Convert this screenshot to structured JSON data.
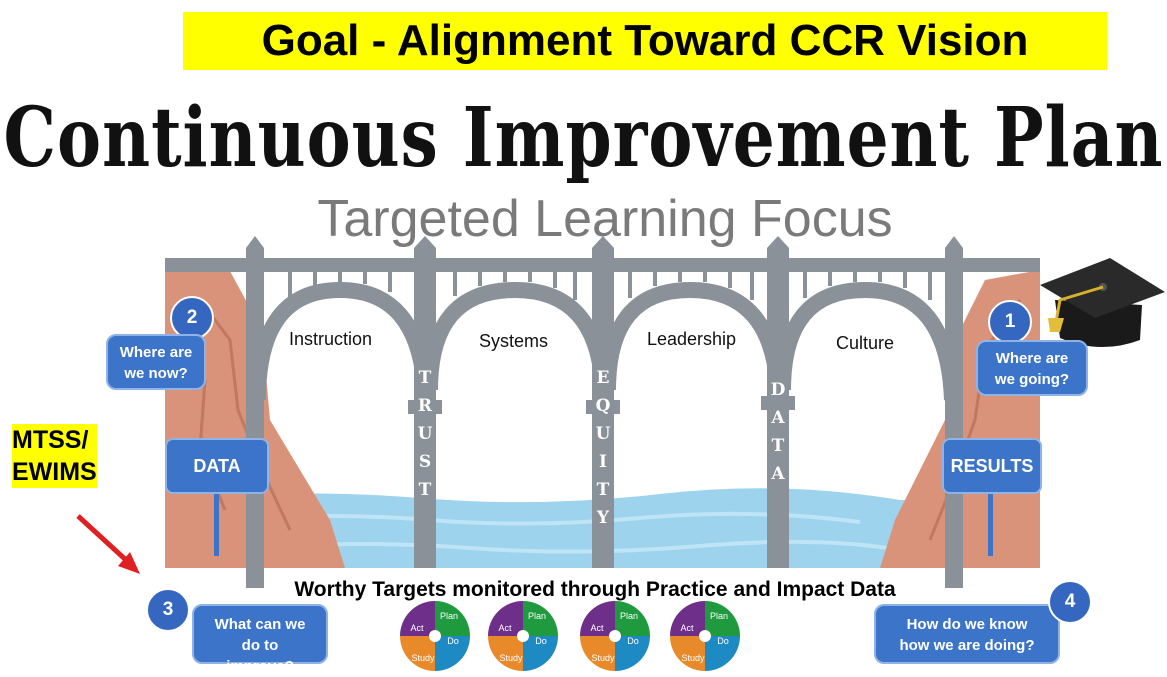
{
  "goal_banner": "Goal - Alignment Toward CCR Vision",
  "title": "Continuous Improvement Plan",
  "subtitle": "Targeted Learning Focus",
  "arches": [
    "Instruction",
    "Systems",
    "Leadership",
    "Culture"
  ],
  "pillars": [
    {
      "letters": "TRUST"
    },
    {
      "letters": "EQUITY"
    },
    {
      "letters": "DATA"
    }
  ],
  "steps": [
    {
      "number": "1",
      "question": "Where are we going?"
    },
    {
      "number": "2",
      "question": "Where are we now?"
    },
    {
      "number": "3",
      "question": "What can we do to improve?"
    },
    {
      "number": "4",
      "question": "How do we know how we are doing?"
    }
  ],
  "signs": {
    "left": "DATA",
    "right": "RESULTS"
  },
  "callout": {
    "line1": "MTSS/",
    "line2": "EWIMS"
  },
  "footer": "Worthy Targets monitored through Practice and Impact Data",
  "pdsa": {
    "act": "Act",
    "plan": "Plan",
    "study": "Study",
    "do": "Do",
    "count": 4
  },
  "icons": [
    "graduation-cap-icon",
    "red-arrow-icon",
    "pdsa-cycle-icon"
  ],
  "colors": {
    "banner": "#ffff00",
    "bubble": "#3b74c8",
    "cliff": "#d9937a",
    "bridge": "#8a9198",
    "water": "#9ed3ee",
    "pdsa_act": "#6d2f8a",
    "pdsa_plan": "#1f9a3f",
    "pdsa_do": "#1e8ac4",
    "pdsa_study": "#e98a2a",
    "arrow": "#e02020"
  }
}
